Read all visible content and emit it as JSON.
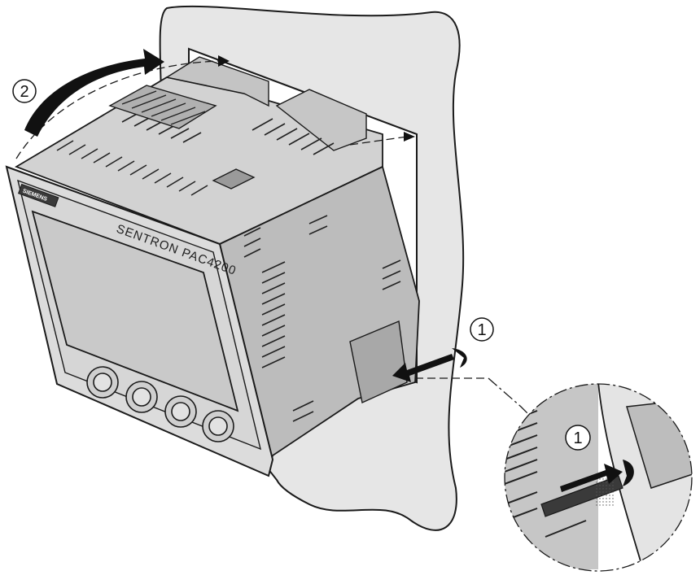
{
  "diagram": {
    "step_labels": {
      "one": "1",
      "two": "2",
      "detail_one": "1"
    },
    "device": {
      "brand_text": "SENTRON PAC4200",
      "logo_text": "SIEMENS"
    }
  },
  "colors": {
    "outline": "#1a1a1a",
    "panel_fill": "#e4e4e4",
    "housing_light": "#d2d2d2",
    "housing_mid": "#bcbcbc",
    "housing_dark": "#a8a8a8",
    "screen_fill": "#c9c9c9",
    "arrow_fill": "#111111"
  },
  "icons": [
    "rotate-arrow-icon",
    "clip-push-arrow-icon",
    "magnifier-detail-icon"
  ]
}
